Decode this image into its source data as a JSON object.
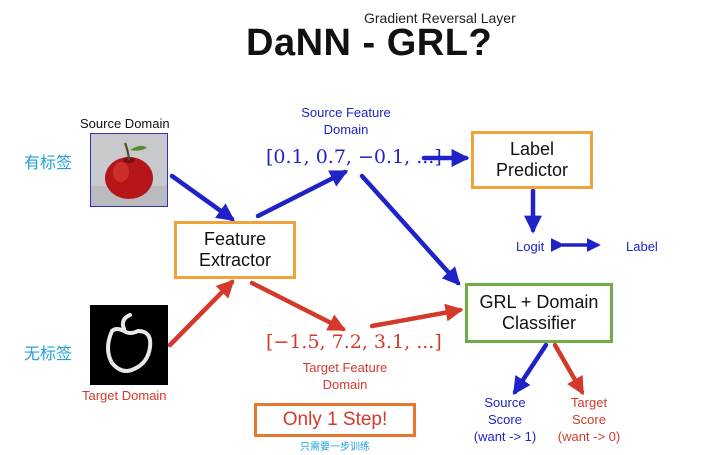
{
  "diagram": {
    "subtitle": "Gradient Reversal Layer",
    "title": "DaNN - GRL?",
    "source_domain_label": "Source Domain",
    "target_domain_label": "Target Domain",
    "labeled_cn": "有标签",
    "unlabeled_cn": "无标签",
    "feature_extractor": {
      "line1": "Feature",
      "line2": "Extractor"
    },
    "label_predictor": {
      "line1": "Label",
      "line2": "Predictor"
    },
    "domain_classifier": {
      "line1": "GRL + Domain",
      "line2": "Classifier"
    },
    "source_feature_domain": {
      "line1": "Source Feature",
      "line2": "Domain"
    },
    "target_feature_domain": {
      "line1": "Target Feature",
      "line2": "Domain"
    },
    "source_vector": "[0.1, 0.7, −0.1, ...]",
    "target_vector": "[−1.5, 7.2, 3.1, ...]",
    "logit": "Logit",
    "label": "Label",
    "source_score": {
      "line1": "Source",
      "line2": "Score",
      "line3": "(want -> 1)"
    },
    "target_score": {
      "line1": "Target",
      "line2": "Score",
      "line3": "(want -> 0)"
    },
    "one_step": "Only 1 Step!",
    "one_step_cn": "只需要一步训练",
    "colors": {
      "source": "#1f22c8",
      "target": "#d33a2c",
      "box_orange": "#f0a33a",
      "box_green": "#6fac46",
      "cn_note": "#21a0d8"
    },
    "icons": [
      "apple-photo",
      "handwritten-apple-sketch"
    ]
  }
}
